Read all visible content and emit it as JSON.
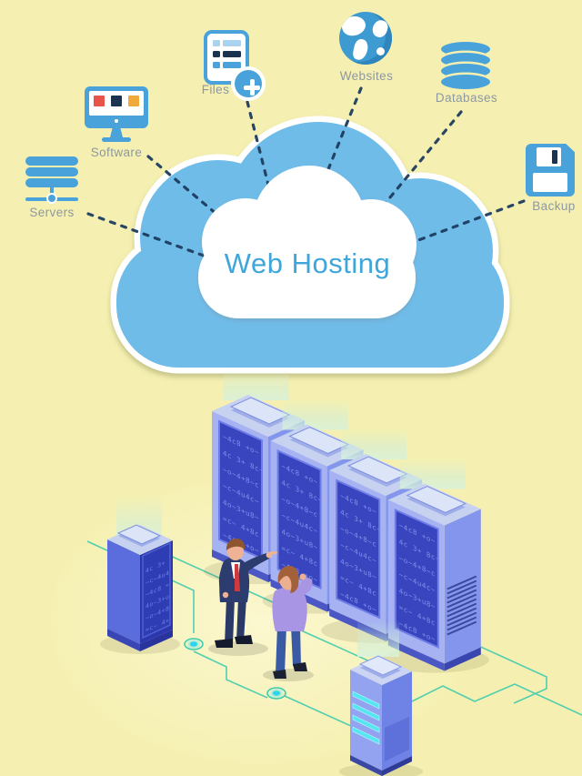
{
  "title": {
    "text": "Web Hosting"
  },
  "nodes": [
    {
      "id": "servers",
      "label": "Servers"
    },
    {
      "id": "software",
      "label": "Software"
    },
    {
      "id": "files",
      "label": "Files"
    },
    {
      "id": "websites",
      "label": "Websites"
    },
    {
      "id": "databases",
      "label": "Databases"
    },
    {
      "id": "backup",
      "label": "Backup"
    }
  ],
  "colors": {
    "background": "#F5F0B1",
    "cloud_fill": "#6FBCE9",
    "cloud_outline": "#FFFFFF",
    "cloud_text": "#3FA6DA",
    "icon_blue": "#49A3DA",
    "icon_dark_navy": "#1C3350",
    "accent_red": "#E8544A",
    "accent_orange": "#F2A93B",
    "label_gray": "#8D98A1",
    "connector_navy": "#1E3C5E",
    "rack_panel_blue": "#3845BF",
    "rack_light_periwinkle": "#A6B2F2",
    "floor_line_teal": "#3FCBAE",
    "node_glow_cyan": "#35DFF0"
  },
  "illustration": {
    "code_rows": [
      "~4c8 +o~",
      "4c 3+ 8c~",
      "~o~4+8~c",
      "~c~4u4c~",
      "4o~3+u8~",
      "=c~ 4+8c",
      "~4c8 +o~"
    ]
  }
}
